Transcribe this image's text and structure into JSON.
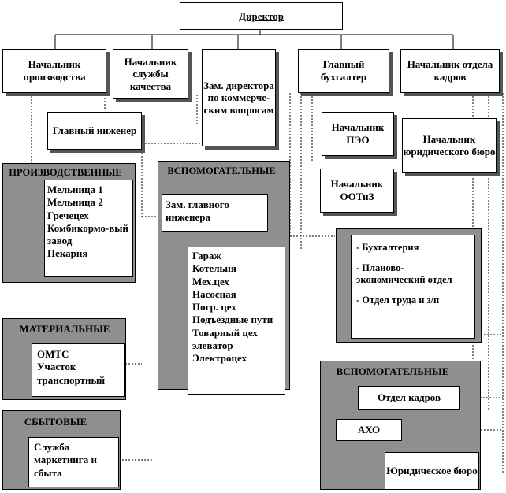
{
  "director": "Директор",
  "top_boxes": {
    "head_production": "Начальник производства",
    "head_quality": "Начальник службы качества",
    "deputy_commercial": "Зам. директора по коммерче-ским вопросам",
    "chief_accountant": "Главный бухгалтер",
    "head_hr": "Начальник отдела кадров"
  },
  "chief_engineer": "Главный инженер",
  "head_peo": "Начальник ПЭО",
  "head_legal": "Начальник юридического бюро",
  "head_ootiz": "Начальник ООТиЗ",
  "production": {
    "title": "ПРОИЗВОДСТВЕННЫЕ",
    "items": [
      "Мельница 1",
      "Мельница 2",
      "Гречецех",
      "Комбикормо-вый завод",
      "Пекарня"
    ]
  },
  "auxiliary_center": {
    "title": "ВСПОМОГАТЕЛЬНЫЕ",
    "deputy": "Зам. главного инженера",
    "items": [
      "Гараж",
      "Котельня",
      "Мех.цех",
      "Насосная",
      "Погр. цех",
      "Подъездные пути",
      "Товарный цех элеватор",
      "Электроцех"
    ]
  },
  "material": {
    "title": "МАТЕРИАЛЬНЫЕ",
    "items": [
      "ОМТС",
      "Участок транспортный"
    ]
  },
  "sales": {
    "title": "СБЫТОВЫЕ",
    "items": [
      "Служба маркетинга и сбыта"
    ]
  },
  "finance": {
    "items": [
      "- Бухгалтерия",
      "- Планово-экономический отдел",
      "- Отдел труда и з/п"
    ]
  },
  "auxiliary_right": {
    "title": "ВСПОМОГАТЕЛЬНЫЕ",
    "items": [
      "Отдел кадров",
      "АХО",
      "Юридическое бюро"
    ]
  }
}
